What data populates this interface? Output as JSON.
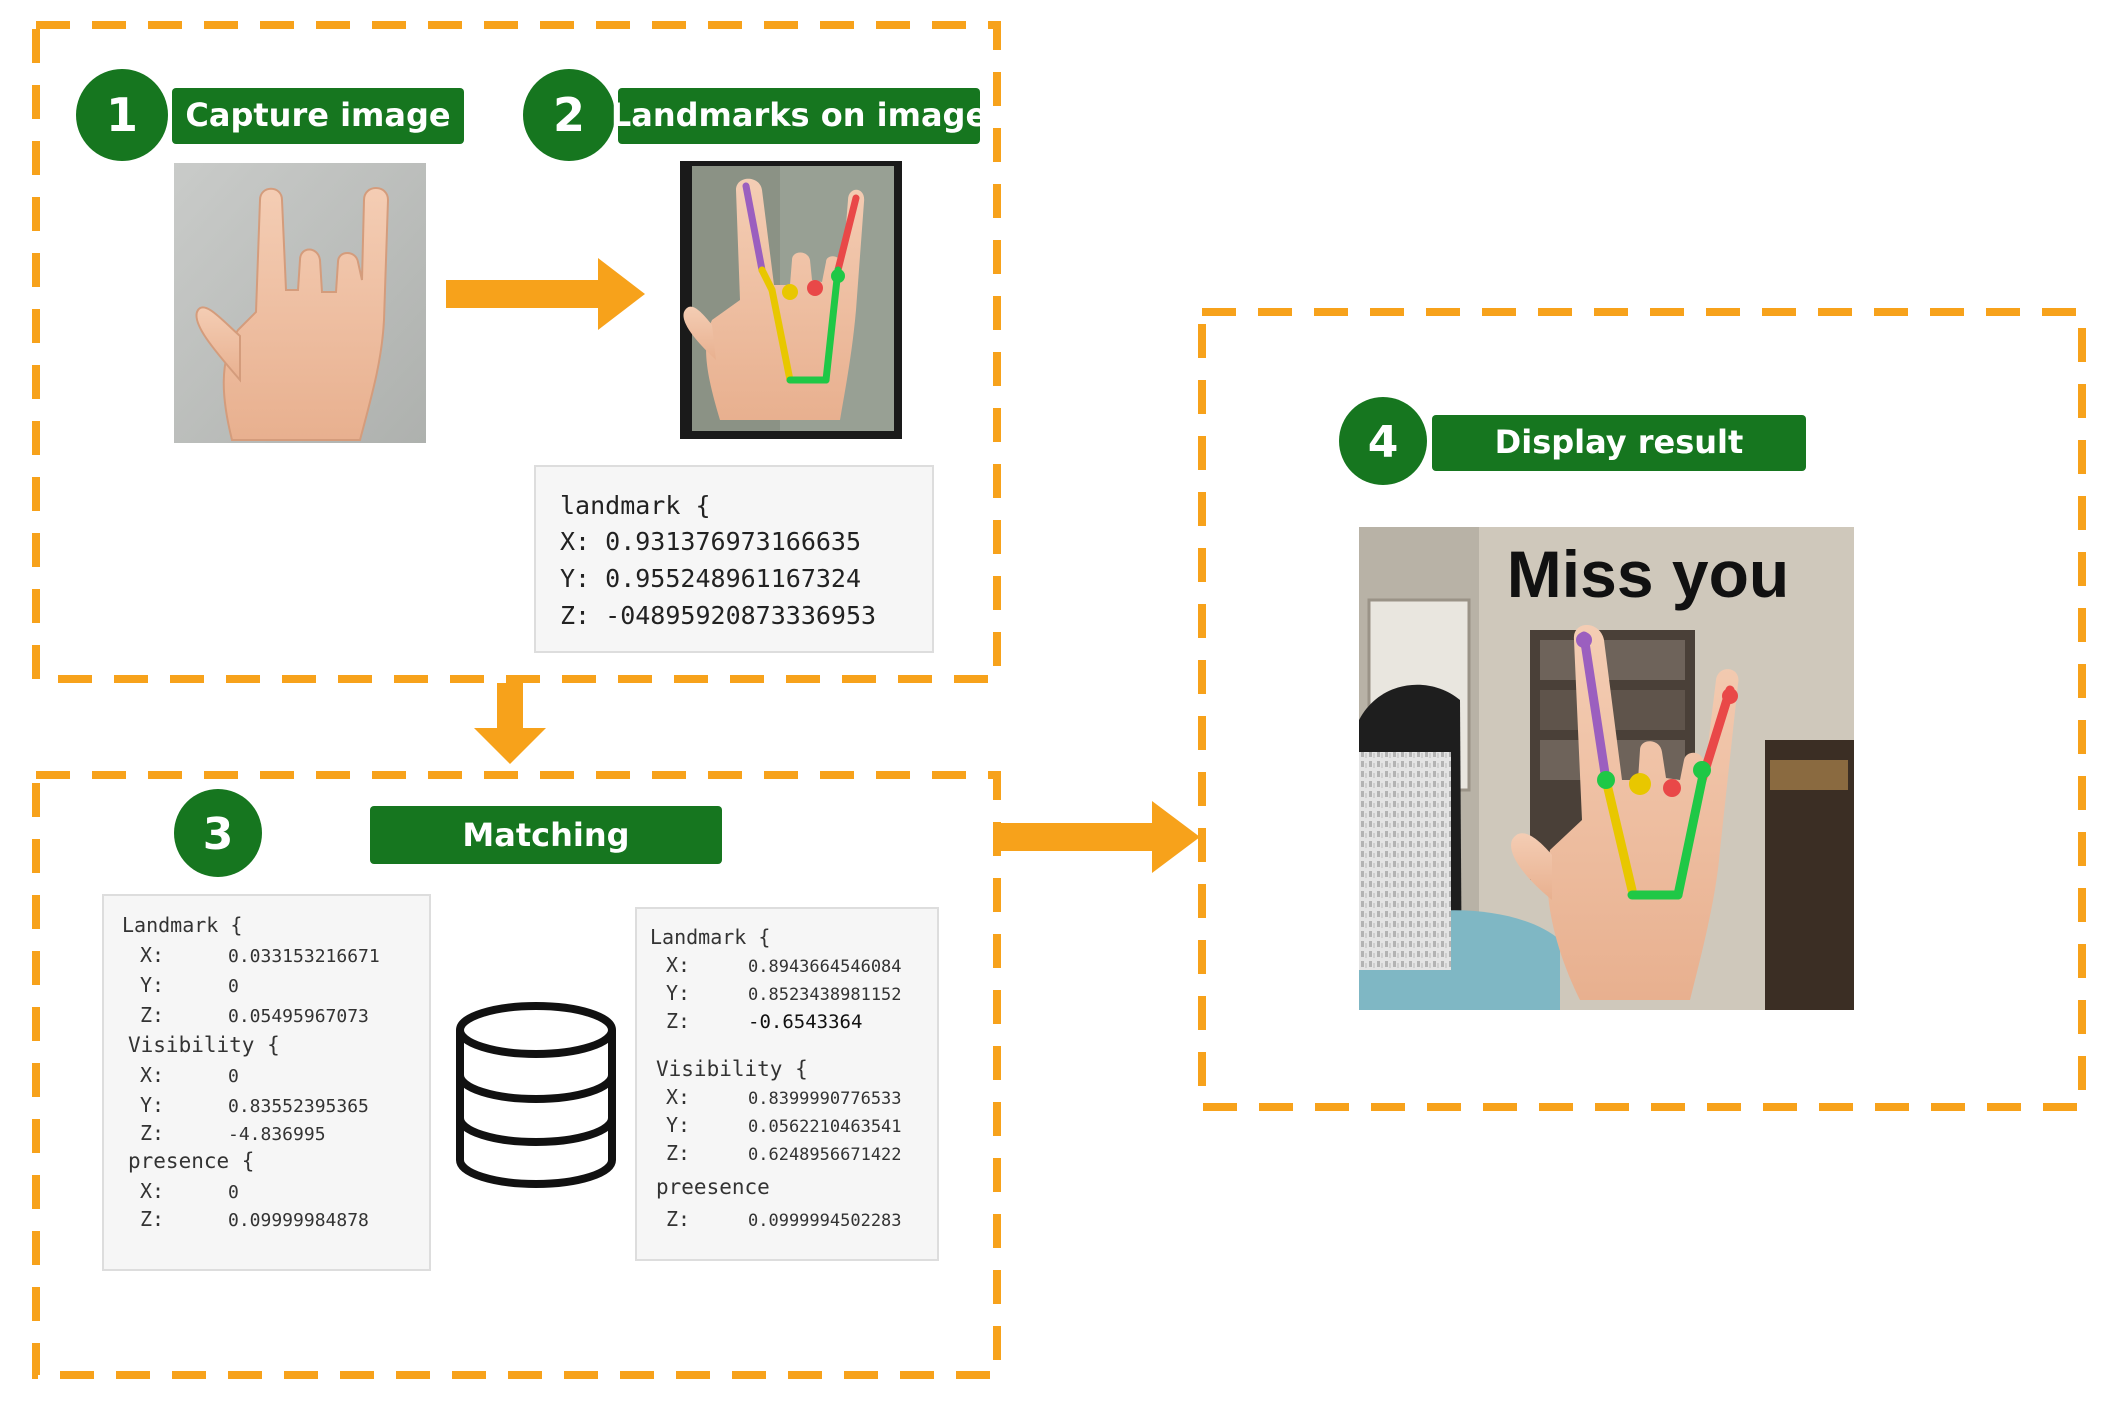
{
  "colors": {
    "green": "#16761f",
    "orange": "#f7a21b",
    "panel_bg": "#f6f6f6"
  },
  "step1": {
    "number": "1",
    "label": "Capture image"
  },
  "step2": {
    "number": "2",
    "label": "Landmarks on image"
  },
  "step3": {
    "number": "3",
    "label": "Matching"
  },
  "step4": {
    "number": "4",
    "label": "Display result"
  },
  "landmark_box": {
    "lines": [
      "landmark {",
      "X: 0.931376973166635",
      "Y: 0.955248961167324",
      "Z: -04895920873336953"
    ]
  },
  "match_left": {
    "header": "Landmark {",
    "rows": [
      {
        "key": "X:",
        "value": "0.033153216671"
      },
      {
        "key": "Y:",
        "value": "0"
      },
      {
        "key": "Z:",
        "value": "0.05495967073"
      }
    ],
    "visibility_header": "Visibility {",
    "visibility_rows": [
      {
        "key": "X:",
        "value": "0"
      },
      {
        "key": "Y:",
        "value": "0.83552395365"
      },
      {
        "key": "Z:",
        "value": "-4.836995"
      }
    ],
    "presence_header": "presence {",
    "presence_rows": [
      {
        "key": "X:",
        "value": "0"
      },
      {
        "key": "Z:",
        "value": "0.09999984878"
      }
    ]
  },
  "match_right": {
    "header": "Landmark {",
    "rows": [
      {
        "key": "X:",
        "value": "0.8943664546084"
      },
      {
        "key": "Y:",
        "value": "0.8523438981152"
      },
      {
        "key": "Z:",
        "value": "-0.6543364"
      }
    ],
    "visibility_header": "Visibility {",
    "visibility_rows": [
      {
        "key": "X:",
        "value": "0.8399990776533"
      },
      {
        "key": "Y:",
        "value": "0.0562210463541"
      },
      {
        "key": "Z:",
        "value": "0.6248956671422"
      }
    ],
    "presence_header": "preesence",
    "presence_rows": [
      {
        "key": "Z:",
        "value": "0.0999994502283"
      }
    ]
  },
  "result": {
    "caption": "Miss you"
  },
  "icons": {
    "database": "database-icon",
    "hand_photo": "hand-sign-photo",
    "landmark_photo": "hand-landmarks-photo",
    "result_photo": "result-photo"
  }
}
